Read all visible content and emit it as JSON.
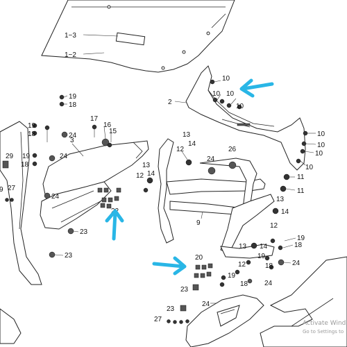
{
  "diagram": {
    "callouts": {
      "c1_3": "1−3",
      "c1_2": "1−2",
      "c2": "2",
      "c3": "3",
      "c9": "9",
      "c10a": "10",
      "c10b": "10",
      "c10c": "10",
      "c10d": "10",
      "c10e": "10",
      "c10f": "10",
      "c10g": "10",
      "c10h": "10",
      "c11a": "11",
      "c11b": "11",
      "c12a": "12",
      "c12b": "12",
      "c12c": "12",
      "c12d": "12",
      "c13a": "13",
      "c13b": "13",
      "c13c": "13",
      "c13d": "13",
      "c14a": "14",
      "c14b": "14",
      "c14c": "14",
      "c14d": "14",
      "c15": "15",
      "c16": "16",
      "c17": "17",
      "c18a": "18",
      "c18b": "18",
      "c18c": "18",
      "c18d": "18",
      "c18e": "18",
      "c18f": "18",
      "c19a": "19",
      "c19b": "19",
      "c19c": "19",
      "c19d": "19",
      "c19e": "19",
      "c19f": "19",
      "c20": "20",
      "c22": "22",
      "c23a": "23",
      "c23b": "23",
      "c23c": "23",
      "c23d": "23",
      "c24a": "24",
      "c24b": "24",
      "c24c": "24",
      "c24d": "24",
      "c24e": "24",
      "c24f": "24",
      "c26": "26",
      "c27a": "27",
      "c27b": "27",
      "c29": "29",
      "c9left": "9"
    },
    "watermark": {
      "line1": "Activate Wind",
      "line2": "Go to Settings to"
    },
    "colors": {
      "line": "#222222",
      "highlight_arrow": "#29b6e6",
      "background": "#ffffff"
    }
  }
}
